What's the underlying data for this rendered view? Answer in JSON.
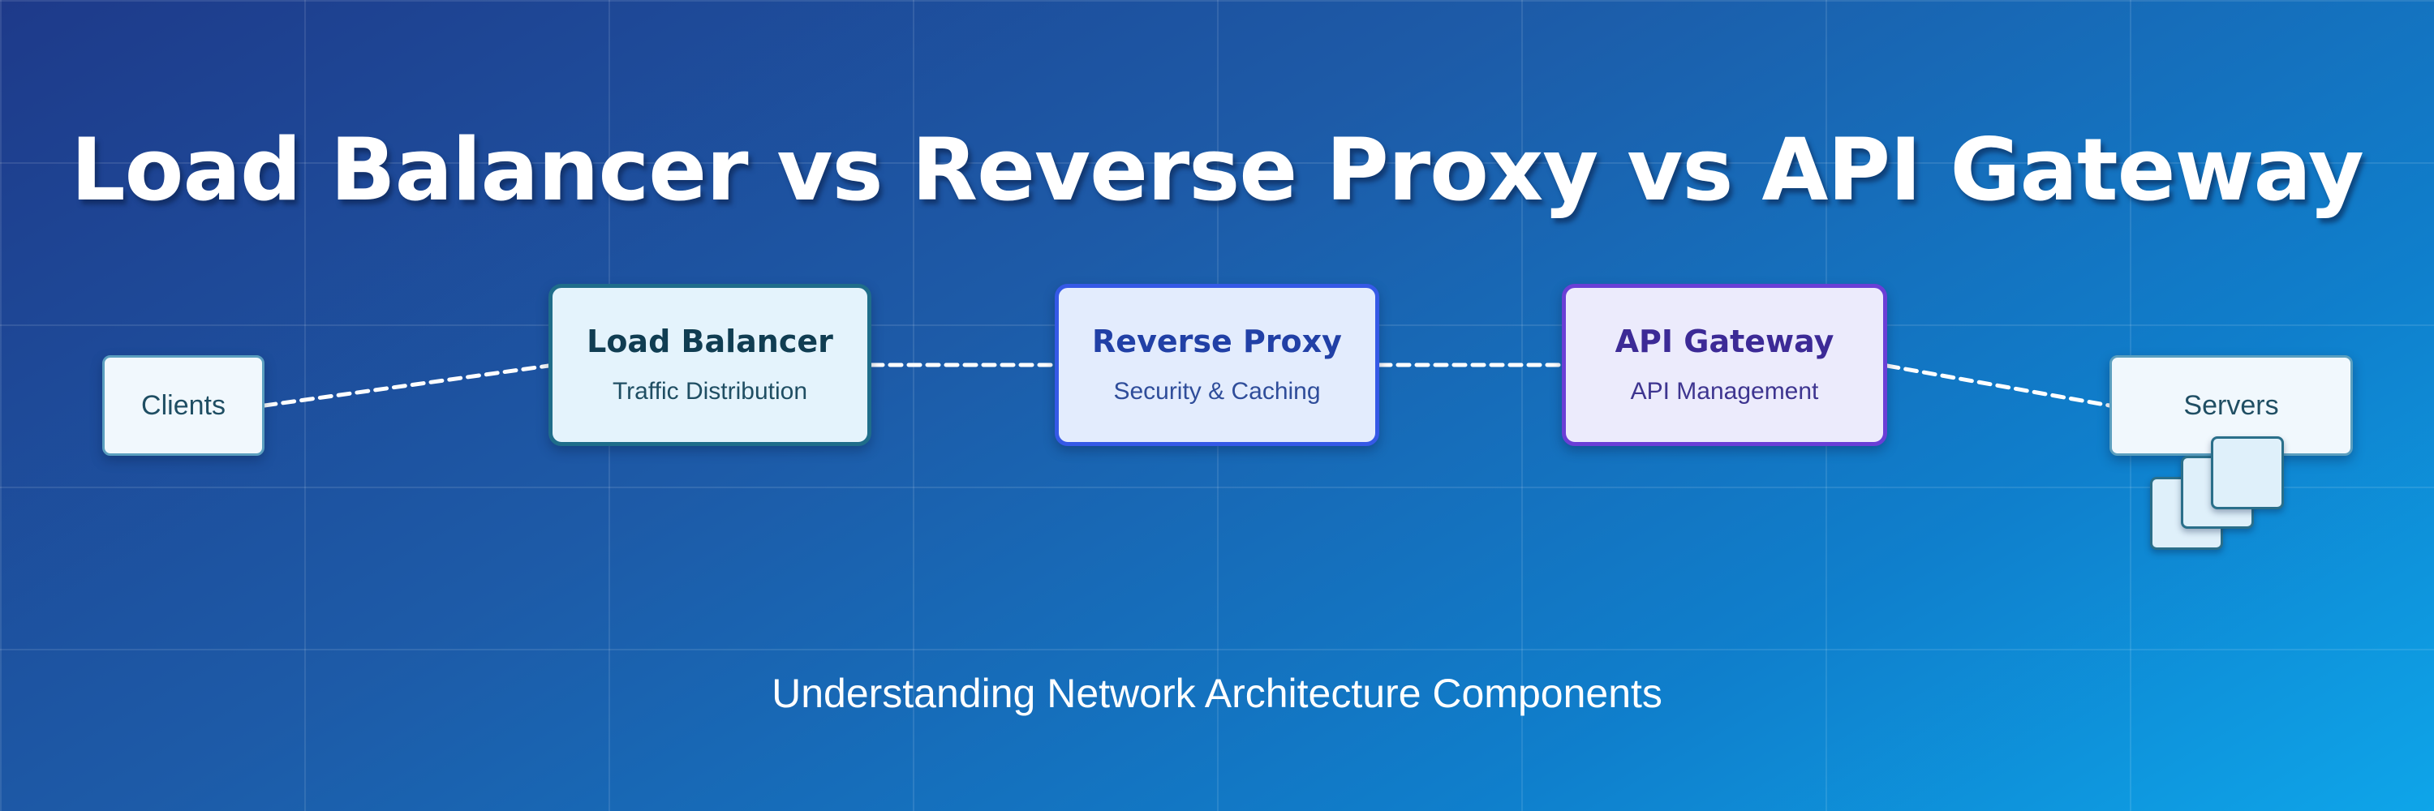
{
  "title": "Load Balancer vs Reverse Proxy vs API Gateway",
  "subtitle": "Understanding Network Architecture Components",
  "nodes": {
    "clients": {
      "label": "Clients"
    },
    "load_balancer": {
      "title": "Load Balancer",
      "subtitle": "Traffic Distribution"
    },
    "reverse_proxy": {
      "title": "Reverse Proxy",
      "subtitle": "Security & Caching"
    },
    "api_gateway": {
      "title": "API Gateway",
      "subtitle": "API Management"
    },
    "servers": {
      "label": "Servers"
    }
  },
  "colors": {
    "load_balancer_border": "#1f6d8a",
    "reverse_proxy_border": "#3559e6",
    "api_gateway_border": "#6a3fd6",
    "connector": "#ffffff"
  }
}
